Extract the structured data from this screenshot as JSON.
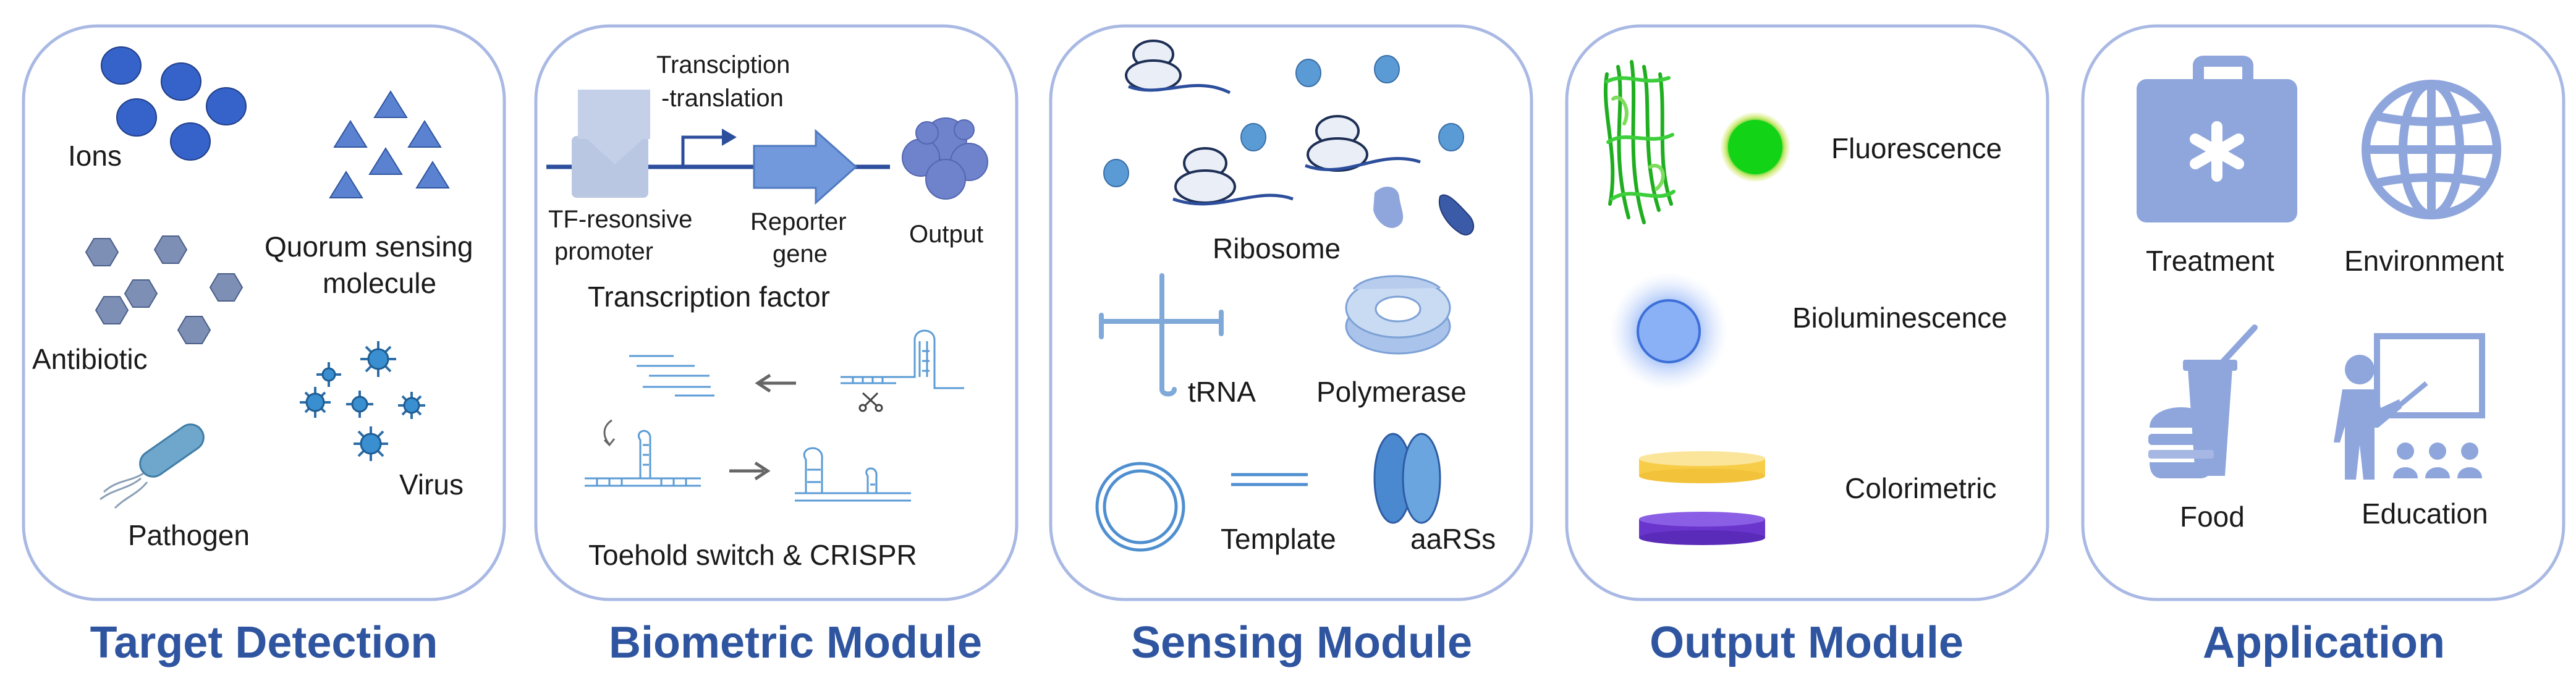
{
  "colors": {
    "panel_border": "#a9b9e4",
    "title_blue": "#2f55a0",
    "icon_blue": "#8fa6dc",
    "dark_blue": "#2c4e9c",
    "mid_blue": "#3a6fc4",
    "light_blue": "#5b9bd5",
    "fluorescence_green": "#17d11d",
    "bioluminescence_blue": "#6b9ef2",
    "colorimetric_yellow": "#f8d56a",
    "colorimetric_purple": "#6b3ed1"
  },
  "panels": [
    {
      "title": "Target Detection",
      "labels": {
        "ions": "Ions",
        "quorum_line1": "Quorum sensing",
        "quorum_line2": "molecule",
        "antibiotic": "Antibiotic",
        "virus": "Virus",
        "pathogen": "Pathogen"
      }
    },
    {
      "title": "Biometric Module",
      "labels": {
        "tx_line1": "Transciption",
        "tx_line2": "-translation",
        "tf_line1": "TF-resonsive",
        "tf_line2": "promoter",
        "reporter_line1": "Reporter",
        "reporter_line2": "gene",
        "output": "Output",
        "transcription_factor": "Transcription factor",
        "toehold": "Toehold switch & CRISPR"
      }
    },
    {
      "title": "Sensing Module",
      "labels": {
        "ribosome": "Ribosome",
        "trna": "tRNA",
        "polymerase": "Polymerase",
        "template": "Template",
        "aarss": "aaRSs"
      }
    },
    {
      "title": "Output Module",
      "labels": {
        "fluorescence": "Fluorescence",
        "bioluminescence": "Bioluminescence",
        "colorimetric": "Colorimetric"
      }
    },
    {
      "title": "Application",
      "labels": {
        "treatment": "Treatment",
        "environment": "Environment",
        "food": "Food",
        "education": "Education"
      }
    }
  ]
}
